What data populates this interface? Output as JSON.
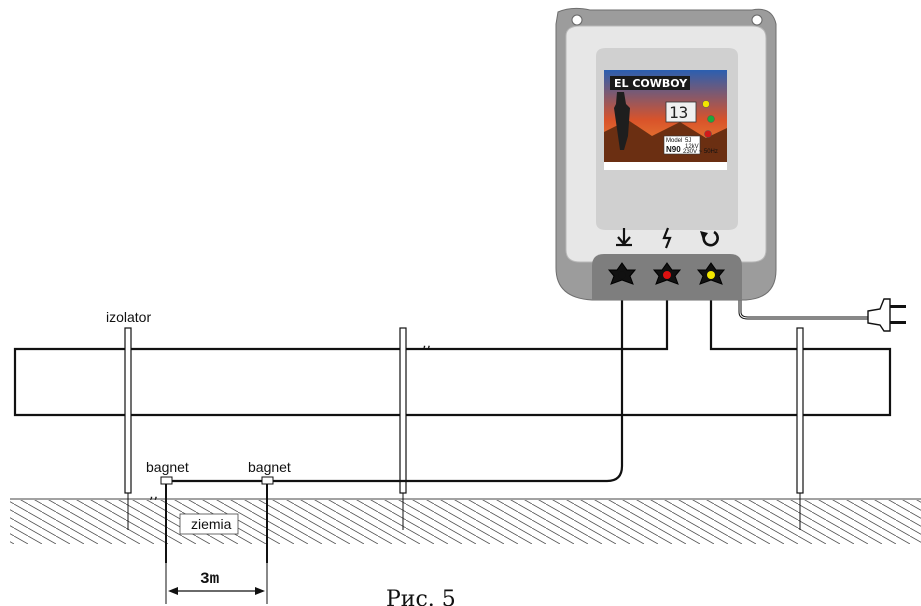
{
  "labels": {
    "insulator": "izolator",
    "rod_1": "bagnet",
    "rod_2": "bagnet",
    "ground": "ziemia",
    "distance": "3m",
    "caption": "Рис. 5"
  },
  "device": {
    "brand": "EL COWBOY",
    "display_value": "13",
    "model_caption": "Model",
    "model": "N90",
    "spec_energy": "5J",
    "spec_voltage": "12kV",
    "spec_power": "230V ~ 50Hz"
  },
  "colors": {
    "terminal_ground": "#111111",
    "terminal_fence": "#dd1111",
    "terminal_return": "#f2e600",
    "wire": "#111111"
  },
  "icons": {
    "ground_terminal": "arrow-down-ground-icon",
    "fence_terminal": "lightning-icon",
    "return_terminal": "return-loop-icon"
  }
}
